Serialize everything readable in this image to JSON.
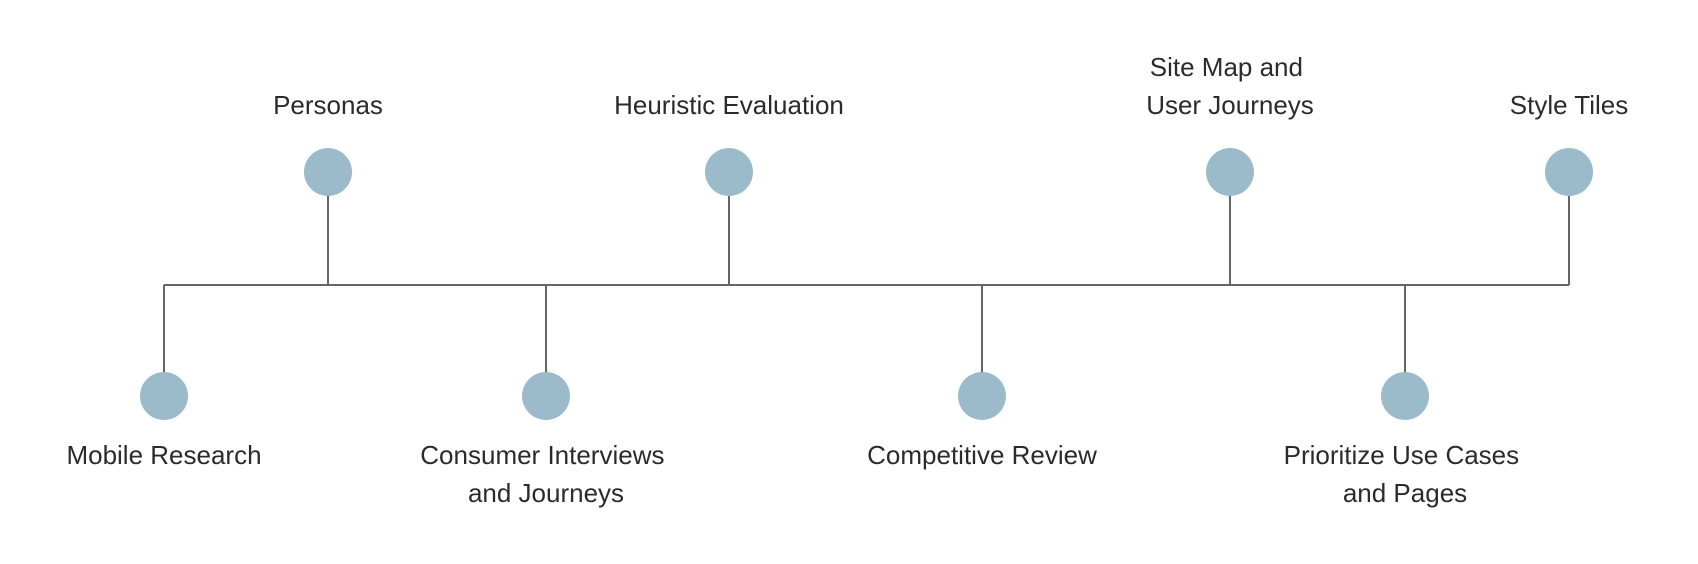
{
  "timeline": {
    "line_color": "#666666",
    "node_color": "#9bbaca",
    "text_color": "#2b2b2b",
    "milestones": [
      {
        "id": "mobile-research",
        "label_lines": [
          "Mobile Research"
        ],
        "side": "below"
      },
      {
        "id": "personas",
        "label_lines": [
          "Personas"
        ],
        "side": "above"
      },
      {
        "id": "consumer-interviews",
        "label_lines": [
          "Consumer Interviews",
          "and Journeys"
        ],
        "side": "below"
      },
      {
        "id": "heuristic-evaluation",
        "label_lines": [
          "Heuristic Evaluation"
        ],
        "side": "above"
      },
      {
        "id": "competitive-review",
        "label_lines": [
          "Competitive Review"
        ],
        "side": "below"
      },
      {
        "id": "site-map",
        "label_lines": [
          "Site Map and",
          "User Journeys"
        ],
        "side": "above"
      },
      {
        "id": "prioritize-use-cases",
        "label_lines": [
          "Prioritize Use Cases",
          "and Pages"
        ],
        "side": "below"
      },
      {
        "id": "style-tiles",
        "label_lines": [
          "Style Tiles"
        ],
        "side": "above"
      }
    ]
  }
}
